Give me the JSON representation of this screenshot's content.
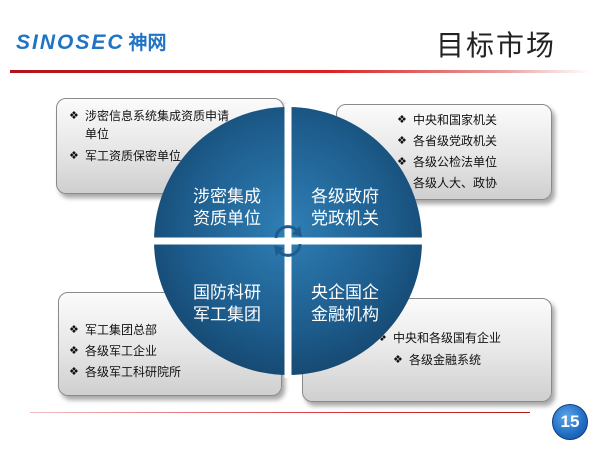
{
  "header": {
    "logo_latin": "SINOSEC",
    "logo_cn": "神网",
    "title": "目标市场"
  },
  "quadrants": [
    {
      "line1": "涉密集成",
      "line2": "资质单位"
    },
    {
      "line1": "各级政府",
      "line2": "党政机关"
    },
    {
      "line1": "国防科研",
      "line2": "军工集团"
    },
    {
      "line1": "央企国企",
      "line2": "金融机构"
    }
  ],
  "boxes": {
    "top_left": [
      "涉密信息系统集成资质申请单位",
      "军工资质保密单位"
    ],
    "top_right": [
      "中央和国家机关",
      "各省级党政机关",
      "各级公检法单位",
      "各级人大、政协"
    ],
    "bottom_left": [
      "军工集团总部",
      "各级军工企业",
      "各级军工科研院所"
    ],
    "bottom_right": [
      "中央和各级国有企业",
      "各级金融系统"
    ]
  },
  "bullet_symbol": "❖",
  "footer": {
    "page_number": "15"
  },
  "colors": {
    "circle": "#1f5f8f",
    "title_rule": "#c8191f",
    "page_badge": "#1f6cc4",
    "logo": "#1f74c6"
  }
}
